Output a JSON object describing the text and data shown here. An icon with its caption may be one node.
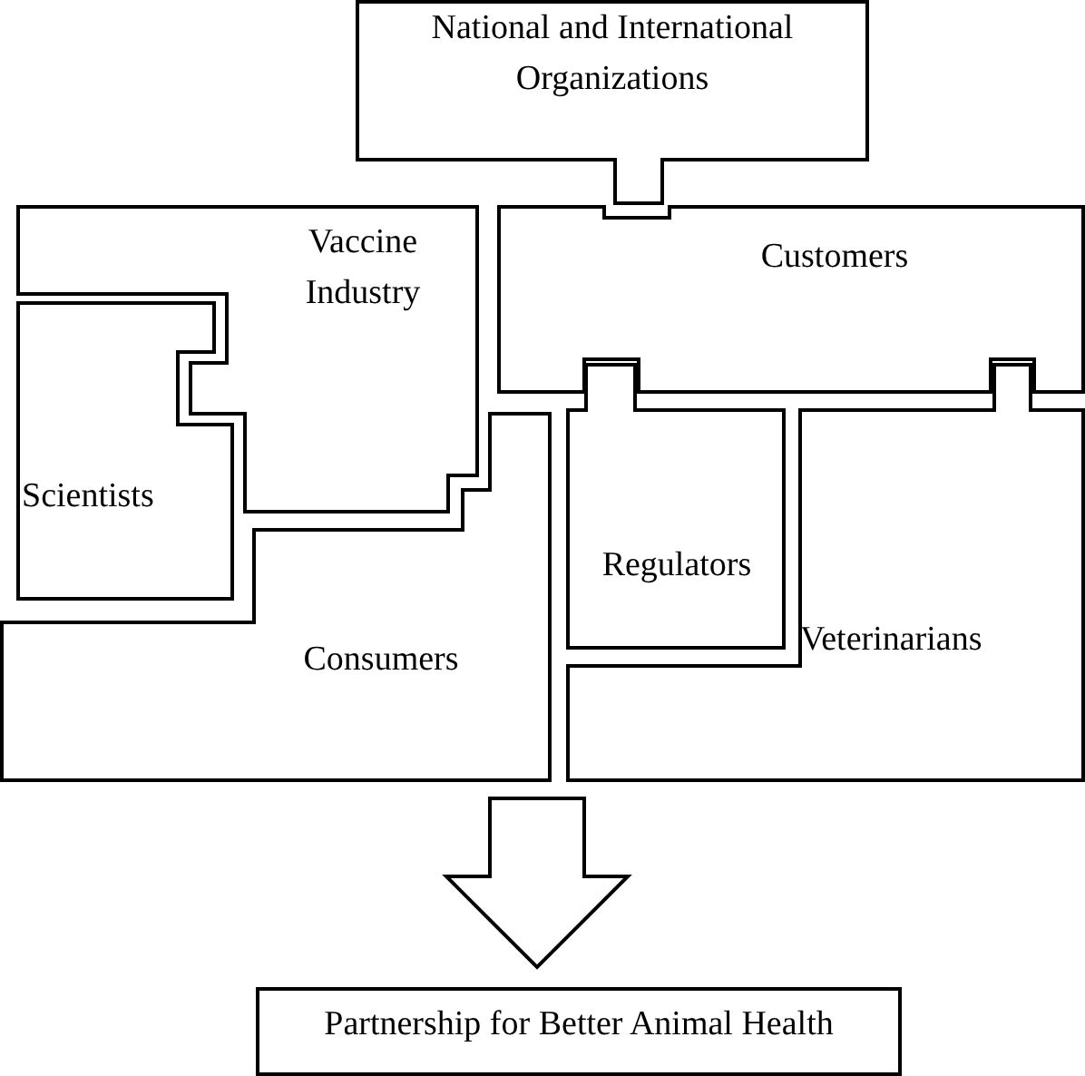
{
  "diagram": {
    "nodes": [
      {
        "text": [
          "National and International Organizations"
        ]
      },
      {
        "text": [
          "Vaccine Industry"
        ]
      },
      {
        "text": [
          "Scientists"
        ]
      },
      {
        "text": [
          "Customers"
        ]
      },
      {
        "text": [
          "Regulators"
        ]
      },
      {
        "text": [
          "Veterinarians"
        ]
      },
      {
        "text": [
          "Consumers"
        ]
      },
      {
        "text": [
          "Partnership for Better Animal Health"
        ]
      }
    ],
    "edges": [
      {
        "from": null,
        "to": 7,
        "arrow": "to"
      }
    ]
  }
}
